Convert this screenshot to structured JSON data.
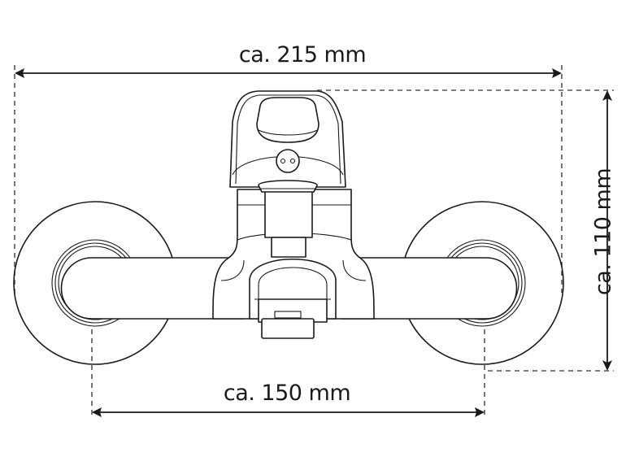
{
  "diagram": {
    "subject": "wall-mounted bath mixer faucet",
    "dimensions": {
      "overall_width": "ca. 215 mm",
      "height": "ca. 110 mm",
      "connection_spacing": "ca. 150 mm"
    },
    "colors": {
      "line": "#1a1a1a",
      "dashed_guide": "#555555",
      "background": "#ffffff"
    }
  }
}
